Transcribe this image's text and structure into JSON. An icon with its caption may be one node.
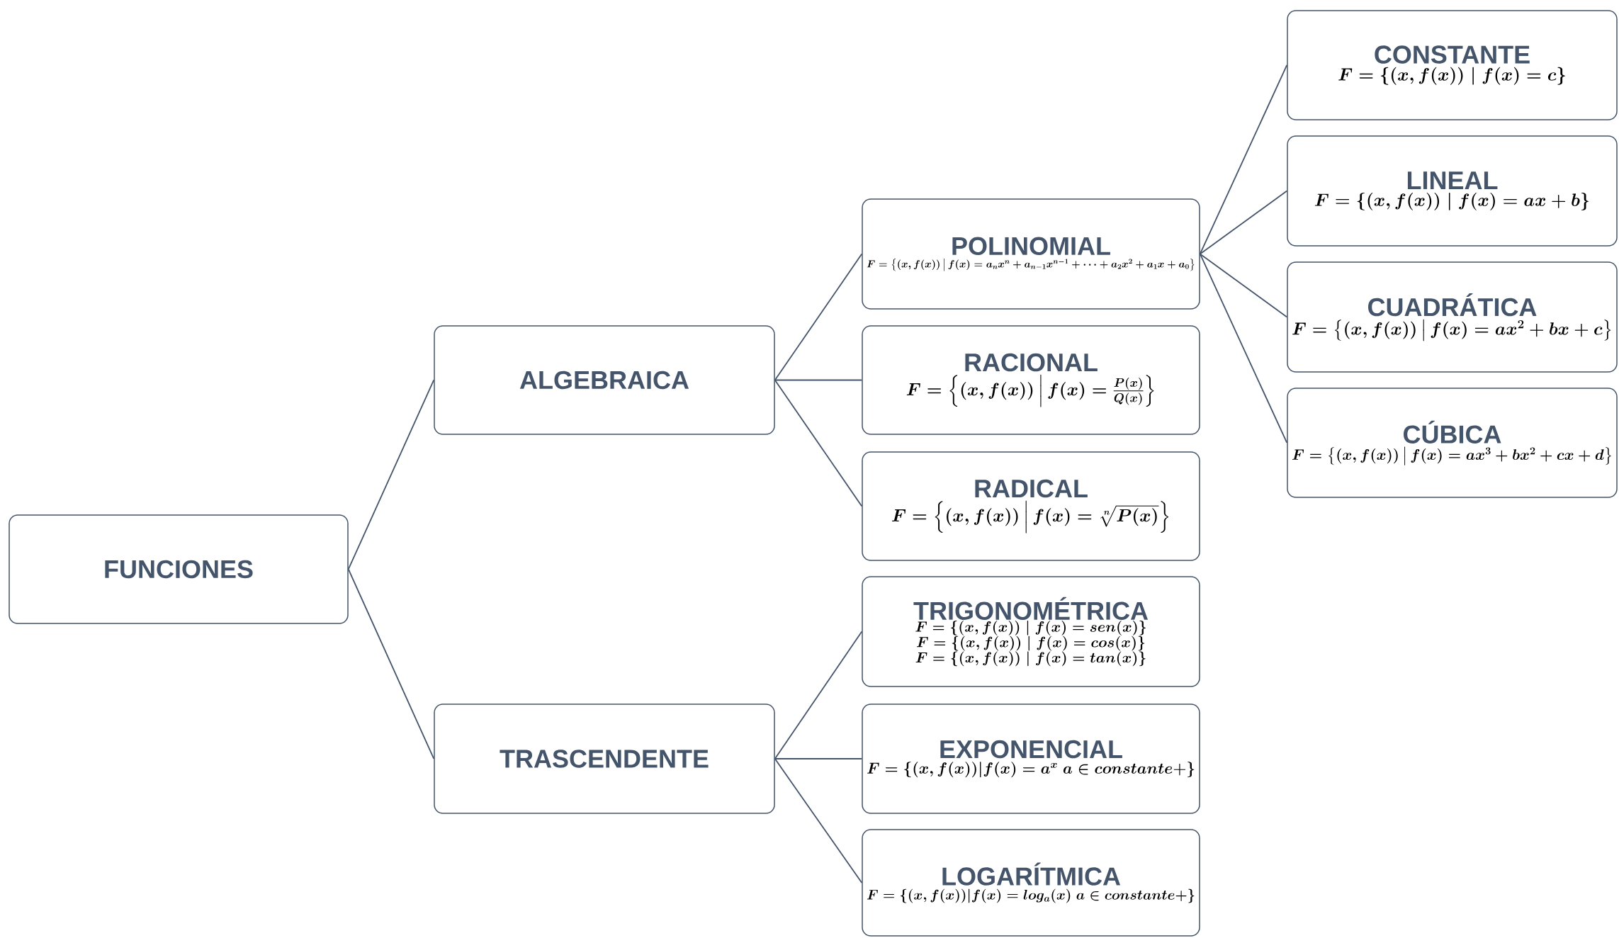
{
  "diagram": {
    "nodes": [
      {
        "text": [
          "FUNCIONES"
        ]
      },
      {
        "text": [
          "ALGEBRAICA"
        ]
      },
      {
        "text": [
          "TRASCENDENTE"
        ]
      },
      {
        "text": [
          "POLINOMIAL",
          "F = \\left\\{(x,f(x)) \\,\\middle|\\, f(x) = a_n x^n + a_{n-1} x^{n-1} + \\cdots + a_2 x^2 + a_1 x + a_0\\right\\}"
        ]
      },
      {
        "text": [
          "RACIONAL",
          "F = \\left\\{(x,f(x)) \\,\\middle|\\, f(x) = \\frac{P(x)}{Q(x)}\\right\\}"
        ]
      },
      {
        "text": [
          "RADICAL",
          "F = \\left\\{(x,f(x)) \\,\\middle|\\, f(x) = \\sqrt[n]{P(x)}\\right\\}"
        ]
      },
      {
        "text": [
          "TRIGONOMÉTRICA",
          "F = \\{(x,f(x)) \\mid f(x) = sen(x)\\}",
          "F = \\{(x,f(x)) \\mid f(x) = cos(x)\\}",
          "F = \\{(x,f(x)) \\mid f(x) = tan(x)\\}"
        ]
      },
      {
        "text": [
          "EXPONENCIAL",
          "F = \\{(x,f(x)) | f(x) = a^x \\; a \\in constante +\\}"
        ]
      },
      {
        "text": [
          "LOGARÍTMICA",
          "F = \\{(x,f(x)) | f(x) = log_a(x) \\; a \\in constante +\\}"
        ]
      },
      {
        "text": [
          "CONSTANTE",
          "F = \\{(x,f(x)) \\mid f(x) = c\\}"
        ]
      },
      {
        "text": [
          "LINEAL",
          "F = \\{(x,f(x)) \\mid f(x) = ax + b\\}"
        ]
      },
      {
        "text": [
          "CUADRÁTICA",
          "F = \\left\\{(x,f(x)) \\,\\middle|\\, f(x) = ax^2 + bx + c\\right\\}"
        ]
      },
      {
        "text": [
          "CÚBICA",
          "F = \\left\\{(x,f(x)) \\,\\middle|\\, f(x) = ax^3 + bx^2 + cx + d\\right\\}"
        ]
      }
    ],
    "edges": [
      {
        "from": 0,
        "to": 1,
        "arrow": "none"
      },
      {
        "from": 0,
        "to": 2,
        "arrow": "none"
      },
      {
        "from": 1,
        "to": 3,
        "arrow": "none"
      },
      {
        "from": 1,
        "to": 4,
        "arrow": "none"
      },
      {
        "from": 1,
        "to": 5,
        "arrow": "none"
      },
      {
        "from": 2,
        "to": 6,
        "arrow": "none"
      },
      {
        "from": 2,
        "to": 7,
        "arrow": "none"
      },
      {
        "from": 2,
        "to": 8,
        "arrow": "none"
      },
      {
        "from": 3,
        "to": 9,
        "arrow": "none"
      },
      {
        "from": 3,
        "to": 10,
        "arrow": "none"
      },
      {
        "from": 3,
        "to": 11,
        "arrow": "none"
      },
      {
        "from": 3,
        "to": 12,
        "arrow": "none"
      }
    ]
  }
}
